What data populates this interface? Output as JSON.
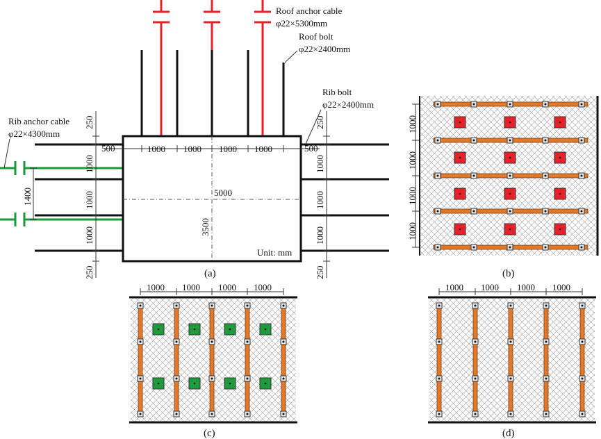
{
  "labels": {
    "roof_anchor_cable_name": "Roof anchor cable",
    "roof_anchor_cable_spec": "φ22×5300mm",
    "roof_bolt_name": "Roof bolt",
    "roof_bolt_spec": "φ22×2400mm",
    "rib_bolt_name": "Rib bolt",
    "rib_bolt_spec": "φ22×2400mm",
    "rib_anchor_cable_name": "Rib anchor cable",
    "rib_anchor_cable_spec": "φ22×4300mm",
    "unit": "Unit: mm"
  },
  "dimensions": {
    "d250": "250",
    "d500": "500",
    "d1000": "1000",
    "d1400": "1400",
    "d3500": "3500",
    "d5000": "5000"
  },
  "captions": {
    "a": "(a)",
    "b": "(b)",
    "c": "(c)",
    "d": "(d)"
  },
  "colors": {
    "roof_anchor_cable": "#e8202a",
    "rib_anchor_cable": "#1a9a3a",
    "bolt_strap": "#e07a2a",
    "anchor_plate_red": "#e8202a",
    "anchor_plate_green": "#1f9a3c",
    "bolt": "#111111"
  }
}
